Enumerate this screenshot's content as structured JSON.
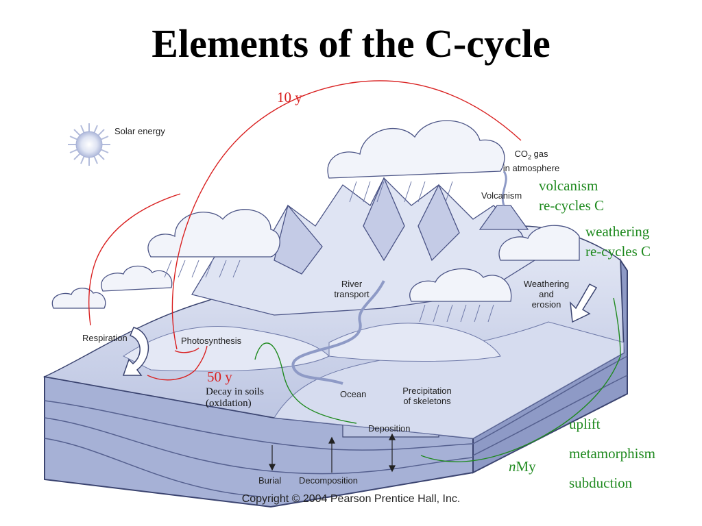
{
  "title": "Elements of the C-cycle",
  "diagram": {
    "solar_energy": "Solar energy",
    "co2_prefix": "CO",
    "co2_sub": "2",
    "co2_suffix": " gas",
    "co2_line2": "in atmosphere",
    "volcanism": "Volcanism",
    "respiration": "Respiration",
    "photosynthesis": "Photosynthesis",
    "river_line1": "River",
    "river_line2": "transport",
    "weathering_line1": "Weathering",
    "weathering_line2": "and",
    "weathering_line3": "erosion",
    "ocean": "Ocean",
    "precip_line1": "Precipitation",
    "precip_line2": "of skeletons",
    "deposition": "Deposition",
    "burial": "Burial",
    "decomposition": "Decomposition",
    "copyright": "Copyright © 2004 Pearson Prentice Hall, Inc."
  },
  "annotations": {
    "ten_years": "10 y",
    "fifty_years": "50 y",
    "decay_line1": "Decay in soils",
    "decay_line2": "(oxidation)",
    "volcanism_line1": "volcanism",
    "volcanism_line2": "re-cycles C",
    "weathering_line1": "weathering",
    "weathering_line2": "re-cycles C",
    "uplift": "uplift",
    "metamorphism": "metamorphism",
    "subduction": "subduction",
    "nmy_italic": "n",
    "nmy_rest": "My"
  },
  "colors": {
    "red": "#d92020",
    "green": "#1f8a1f",
    "block_side": "#8f9cc6",
    "block_top": "#c8d0e8"
  }
}
